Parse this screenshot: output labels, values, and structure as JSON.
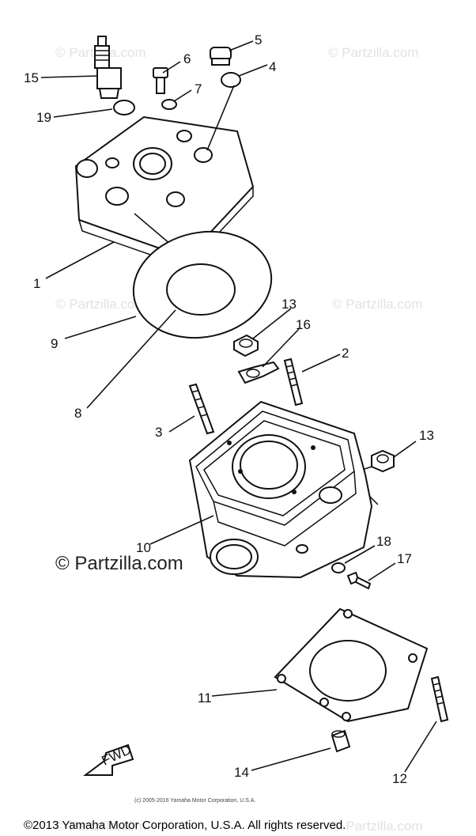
{
  "watermark": {
    "repeat_text": "© Partzilla.com",
    "main_text": "© Partzilla.com"
  },
  "copyright": {
    "small": "(c) 2005-2016 Yamaha Motor Corporation, U.S.A.",
    "main": "©2013 Yamaha Motor Corporation, U.S.A. All rights reserved."
  },
  "arrow_label": "FWD",
  "callouts": [
    {
      "id": "1",
      "label": "1"
    },
    {
      "id": "2",
      "label": "2"
    },
    {
      "id": "3",
      "label": "3"
    },
    {
      "id": "4",
      "label": "4"
    },
    {
      "id": "5",
      "label": "5"
    },
    {
      "id": "6",
      "label": "6"
    },
    {
      "id": "7",
      "label": "7"
    },
    {
      "id": "8",
      "label": "8"
    },
    {
      "id": "9",
      "label": "9"
    },
    {
      "id": "10",
      "label": "10"
    },
    {
      "id": "11",
      "label": "11"
    },
    {
      "id": "12",
      "label": "12"
    },
    {
      "id": "13a",
      "label": "13"
    },
    {
      "id": "13b",
      "label": "13"
    },
    {
      "id": "14",
      "label": "14"
    },
    {
      "id": "15",
      "label": "15"
    },
    {
      "id": "16",
      "label": "16"
    },
    {
      "id": "17",
      "label": "17"
    },
    {
      "id": "18",
      "label": "18"
    },
    {
      "id": "19",
      "label": "19"
    }
  ]
}
